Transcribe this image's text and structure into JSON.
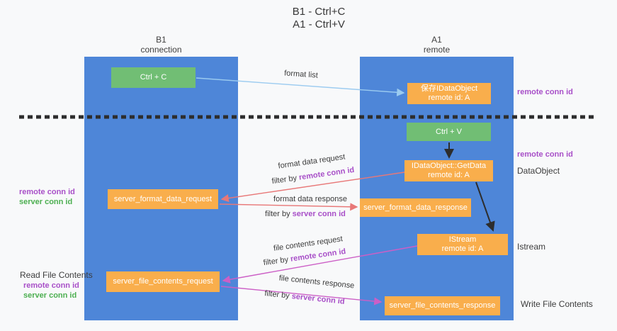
{
  "title": {
    "line1": "B1 - Ctrl+C",
    "line2": "A1 - Ctrl+V"
  },
  "columns": {
    "left": {
      "name": "B1",
      "subtitle": "connection"
    },
    "right": {
      "name": "A1",
      "subtitle": "remote"
    }
  },
  "boxes": {
    "ctrl_c": "Ctrl + C",
    "ctrl_v": "Ctrl + V",
    "saved_dataobject": {
      "line1": "保存IDataObject",
      "line2": "remote id: A"
    },
    "getdata": {
      "line1": "IDataObject::GetData",
      "line2": "remote id: A"
    },
    "istream": {
      "line1": "IStream",
      "line2": "remote id: A"
    },
    "format_request": "server_format_data_request",
    "format_response": "server_format_data_response",
    "file_request": "server_file_contents_request",
    "file_response": "server_file_contents_response"
  },
  "arrow_labels": {
    "format_list": "format list",
    "format_request": "format data request",
    "format_request_filter_prefix": "filter by ",
    "format_request_filter_key": "remote conn id",
    "format_response": "format data response",
    "format_response_filter_prefix": "filter by ",
    "format_response_filter_key": "server conn id",
    "file_request": "file contents request",
    "file_request_filter_prefix": "filter by ",
    "file_request_filter_key": "remote conn id",
    "file_response": "file contents response",
    "file_response_filter_prefix": "filter by ",
    "file_response_filter_key": "server conn id"
  },
  "side_labels": {
    "remote_conn_id_top": "remote conn id",
    "remote_conn_id_mid": "remote conn id",
    "dataobject": "DataObject",
    "istream": "Istream",
    "write_file_contents": "Write File Contents",
    "read_file_contents": "Read File Contents",
    "format_remote": "remote conn id",
    "format_server": "server conn id",
    "file_remote": "remote conn id",
    "file_server": "server conn id"
  },
  "colors": {
    "column_bg": "#4E86D8",
    "box_orange": "#F9AE4C",
    "box_green": "#71BE74",
    "label_purple": "#A84FC8",
    "label_green": "#4CAF50",
    "arrow_red": "#E87878",
    "arrow_magenta": "#CC5FC6",
    "arrow_blue": "#9BCBF0",
    "arrow_black": "#2D2D2D"
  }
}
